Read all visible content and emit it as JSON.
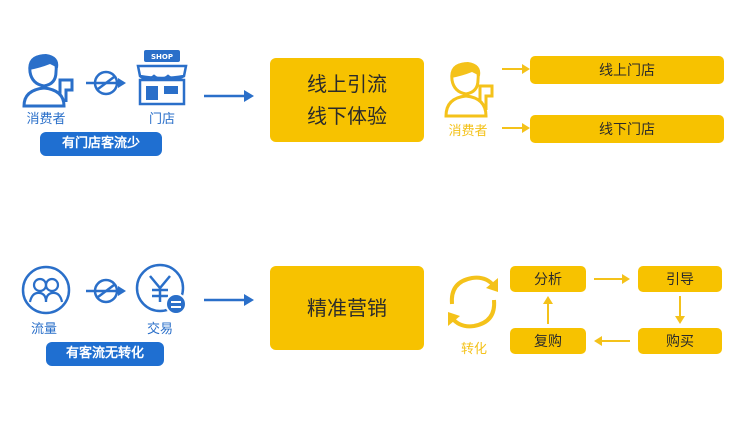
{
  "row1": {
    "consumer_label": "消费者",
    "store_label": "门店",
    "shop_sign": "SHOP",
    "badge": "有门店客流少",
    "box_line1": "线上引流",
    "box_line2": "线下体验",
    "consumer2_label": "消费者",
    "online_store": "线上门店",
    "offline_store": "线下门店"
  },
  "row2": {
    "traffic_label": "流量",
    "transaction_label": "交易",
    "badge": "有客流无转化",
    "box_text": "精准营销",
    "conversion_label": "转化",
    "analyze": "分析",
    "guide": "引导",
    "repurchase": "复购",
    "purchase": "购买"
  },
  "colors": {
    "blue": "#2a6fc9",
    "badge_blue": "#1f6fd1",
    "yellow": "#f7c200"
  }
}
